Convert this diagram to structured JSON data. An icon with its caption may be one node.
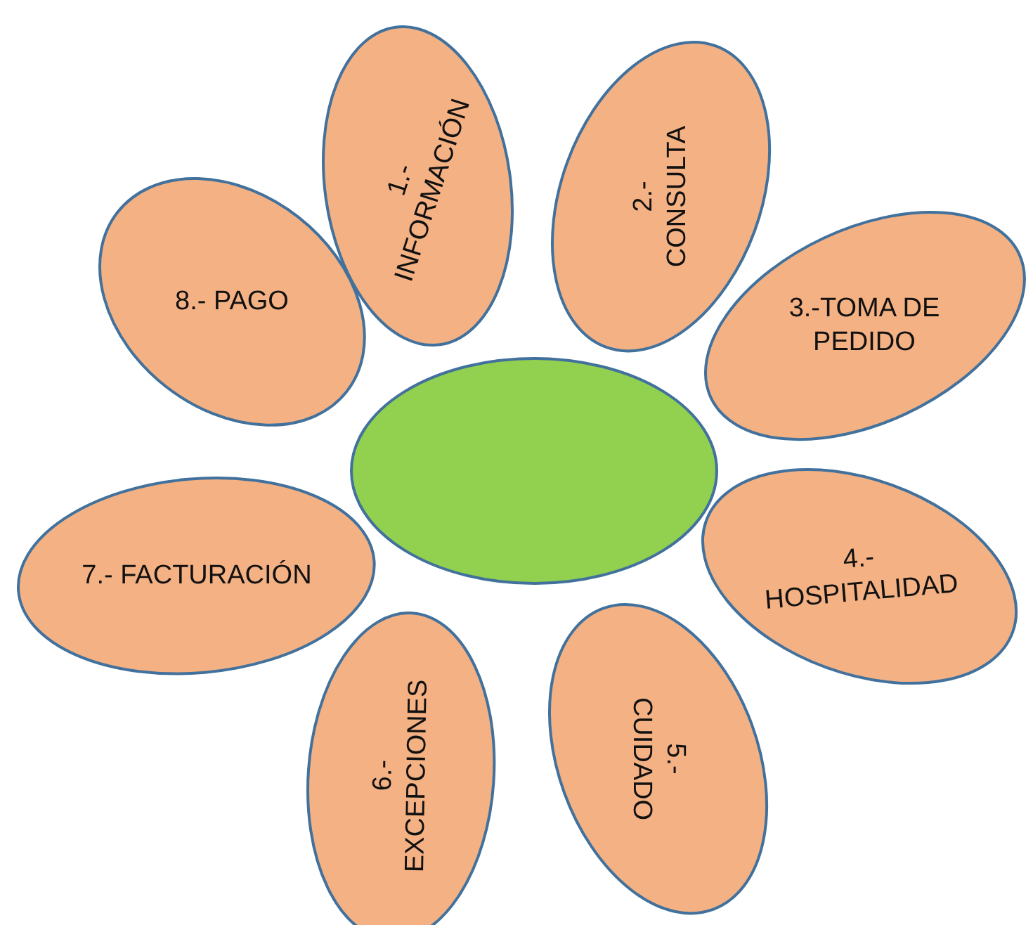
{
  "diagram": {
    "nodes": [
      {
        "text": [],
        "shape": "ellipse"
      },
      {
        "text": [
          "1.- INFORMACIÓN"
        ]
      },
      {
        "text": [
          "2.- CONSULTA"
        ]
      },
      {
        "text": [
          "3.-TOMA DE PEDIDO"
        ]
      },
      {
        "text": [
          "4.- HOSPITALIDAD"
        ]
      },
      {
        "text": [
          "5.- CUIDADO"
        ]
      },
      {
        "text": [
          "6.- EXCEPCIONES"
        ]
      },
      {
        "text": [
          "7.- FACTURACIÓN"
        ]
      },
      {
        "text": [
          "8.- PAGO"
        ]
      }
    ]
  }
}
